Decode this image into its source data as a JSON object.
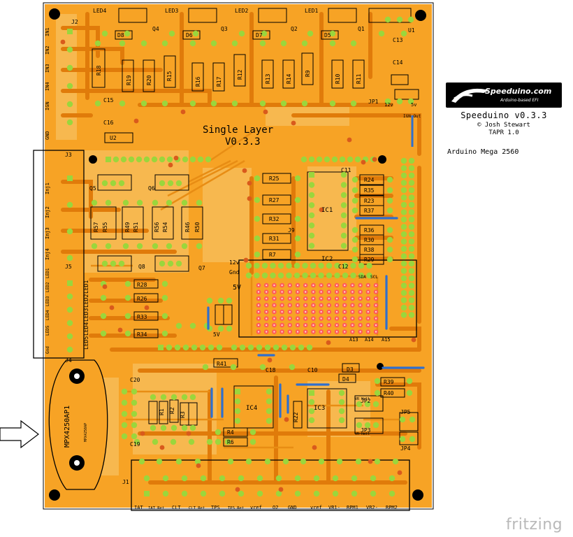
{
  "board": {
    "heading_line1": "Single Layer",
    "heading_line2": "V0.3.3",
    "voltage_labels": [
      "12v",
      "Gnd",
      "5V",
      "5V"
    ],
    "pin_labels_top": [
      "12v",
      "IGN Out",
      "5v"
    ],
    "i2c_labels": [
      "SDA",
      "SCL"
    ],
    "analog_labels": [
      "A13",
      "A14",
      "A15"
    ],
    "connector_j1_pins": [
      "IAT",
      "IAT Ret",
      "CLT",
      "CLT Ret",
      "TPS",
      "TPS Ret",
      "vref",
      "O2",
      "GND",
      "vref",
      "VR1-",
      "RPM1",
      "VR2-",
      "RPM2"
    ],
    "connector_j2_pins": [
      "IN1",
      "IN2",
      "IN3",
      "IN4",
      "IGN",
      "GND"
    ],
    "connector_j3_pins": [
      "Inj1",
      "Inj2",
      "Inj3",
      "Inj4"
    ],
    "connector_j5_pins": [
      "LED1",
      "LED2",
      "LED3",
      "LED4",
      "LED5",
      "Gnd"
    ],
    "map_sensor_label": "MPX4250AP1",
    "map_sensor_small": "MPX4250AP",
    "vr_labels": [
      "VR Hall",
      "VR Hall"
    ],
    "leds_top": [
      "LED4",
      "LED3",
      "LED2",
      "LED1"
    ],
    "transistors_top": [
      "Q4",
      "Q3",
      "Q2",
      "Q1"
    ],
    "diodes_top": [
      "D8",
      "D6",
      "D7",
      "D5"
    ],
    "resistors_top": [
      "R18",
      "R19",
      "R20",
      "R15",
      "R16",
      "R17",
      "R12",
      "R13",
      "R14",
      "R9",
      "R10",
      "R11"
    ],
    "right_column_resistors": [
      "R24",
      "R35",
      "R23",
      "R37",
      "R36",
      "R30",
      "R38",
      "R29"
    ],
    "mid_resistors": [
      "R25",
      "R27",
      "R32",
      "R31",
      "R7"
    ],
    "left_mid_resistors": [
      "R57",
      "R55",
      "R49",
      "R51",
      "R56",
      "R54",
      "R46",
      "R50"
    ],
    "led_resistors": [
      "R28",
      "R26",
      "R33",
      "R34"
    ],
    "lower_resistors": [
      "R41",
      "R4",
      "R6",
      "R39",
      "R40",
      "R22",
      "R3",
      "R2",
      "R1"
    ],
    "ics": [
      "IC1",
      "IC2",
      "IC3",
      "IC4"
    ],
    "caps": [
      "C15",
      "C16",
      "C13",
      "C14",
      "C11",
      "C12",
      "C18",
      "C10",
      "C20",
      "C19"
    ],
    "misc_labels": [
      "U2",
      "U1",
      "J2",
      "J3",
      "J5",
      "J4",
      "J1",
      "JP1",
      "JP2",
      "JP3",
      "JP4",
      "JP5",
      "Q5",
      "Q6",
      "Q7",
      "Q8",
      "D3",
      "D4",
      "D5",
      "J9"
    ]
  },
  "title_block": {
    "logo_text": "Speeduino.com",
    "logo_sub": "Arduino-based EFI",
    "title": "Speeduino v0.3.3",
    "author": "© Josh Stewart",
    "revision": "TAPR 1.0",
    "target": "Arduino Mega 2560"
  },
  "watermark": "fritzing",
  "colors": {
    "board": "#f7a325",
    "trace": "#e8860f",
    "copper_fill": "#f7b04a",
    "pad": "#9bd63c",
    "via": "#d95a1c",
    "silk": "#000000",
    "jumper": "#2f6fce",
    "proto_pad": "#ff5a5a"
  }
}
